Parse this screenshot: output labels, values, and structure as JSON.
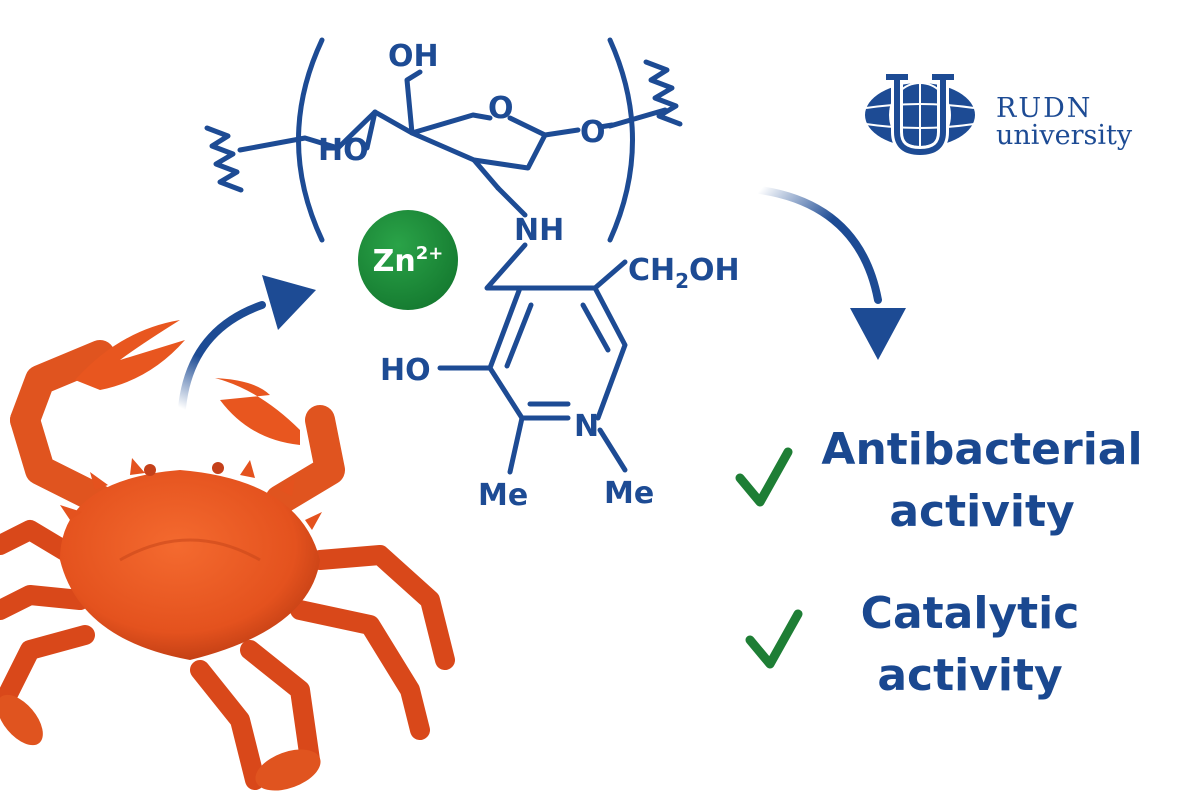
{
  "colors": {
    "primary_blue": "#1d4b94",
    "zinc_green": "#1f8a3a",
    "check_green": "#1e7e35",
    "crab_orange": "#e5521f"
  },
  "molecule": {
    "labels": {
      "oh_top": "OH",
      "ring_oxygen": "O",
      "link_oxygen": "O",
      "ho_left": "HO",
      "nh": "NH",
      "ch2oh_main": "CH",
      "ch2oh_sub": "2",
      "ch2oh_tail": "OH",
      "ho_pyridine": "HO",
      "n_pyridine": "N",
      "me_left": "Me",
      "me_right": "Me"
    }
  },
  "zinc": {
    "symbol": "Zn",
    "charge": "2+"
  },
  "logo": {
    "line1": "RUDN",
    "line2": "university"
  },
  "results": [
    {
      "line1": "Antibacterial",
      "line2": "activity",
      "icon": "check-icon"
    },
    {
      "line1": "Catalytic",
      "line2": "activity",
      "icon": "check-icon"
    }
  ]
}
